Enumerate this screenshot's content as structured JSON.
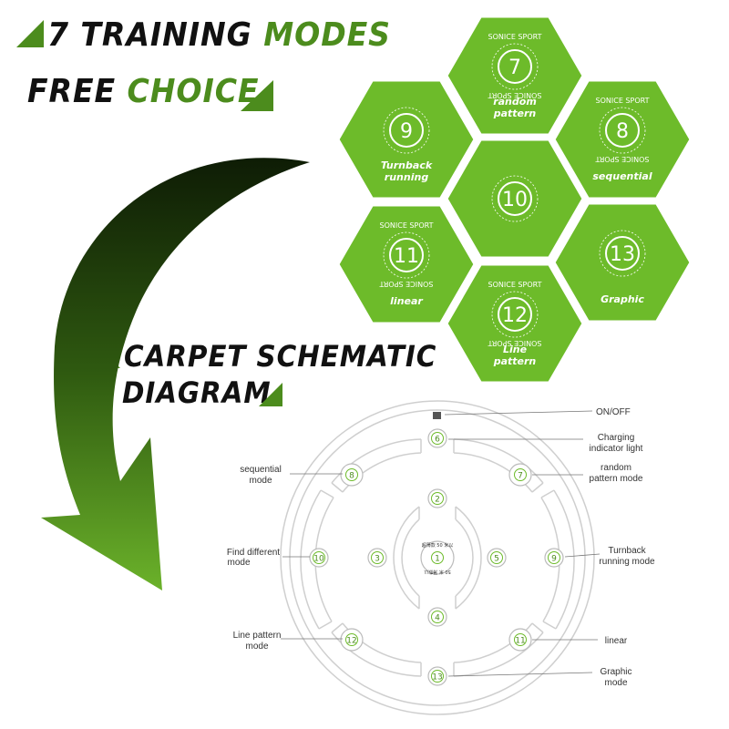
{
  "colors": {
    "green": "#6dbb2a",
    "dark_green": "#2e5a10",
    "black": "#111111"
  },
  "headline": {
    "line1_num": "7 TRAINING",
    "line1_accent": "MODES",
    "line2_plain": "FREE",
    "line2_accent": "CHOICE"
  },
  "section": {
    "line1": "CARPET SCHEMATIC",
    "line2": "DIAGRAM"
  },
  "brand": "SONICE SPORT",
  "modes": [
    {
      "num": "7",
      "label_1": "random",
      "label_2": "pattern"
    },
    {
      "num": "8",
      "label_1": "sequential",
      "label_2": ""
    },
    {
      "num": "9",
      "label_1": "Turnback",
      "label_2": "running"
    },
    {
      "num": "10",
      "label_1": "",
      "label_2": ""
    },
    {
      "num": "11",
      "label_1": "linear",
      "label_2": ""
    },
    {
      "num": "12",
      "label_1": "Line",
      "label_2": "pattern"
    },
    {
      "num": "13",
      "label_1": "Graphic",
      "label_2": ""
    }
  ],
  "diagram": {
    "center_text_1": "超薄款 50 米以",
    "center_text_2": "50 米 薄款以",
    "pads": [
      "1",
      "2",
      "3",
      "4",
      "5",
      "6",
      "7",
      "8",
      "9",
      "10",
      "11",
      "12",
      "13"
    ],
    "callouts": {
      "onoff": "ON/OFF",
      "charging_1": "Charging",
      "charging_2": "indicator light",
      "sequential_1": "sequential",
      "sequential_2": "mode",
      "random_1": "random",
      "random_2": "pattern mode",
      "find_1": "Find different",
      "find_2": "mode",
      "turnback_1": "Turnback",
      "turnback_2": "running mode",
      "linepattern_1": "Line pattern",
      "linepattern_2": "mode",
      "linear": "linear",
      "graphic_1": "Graphic",
      "graphic_2": "mode"
    }
  }
}
